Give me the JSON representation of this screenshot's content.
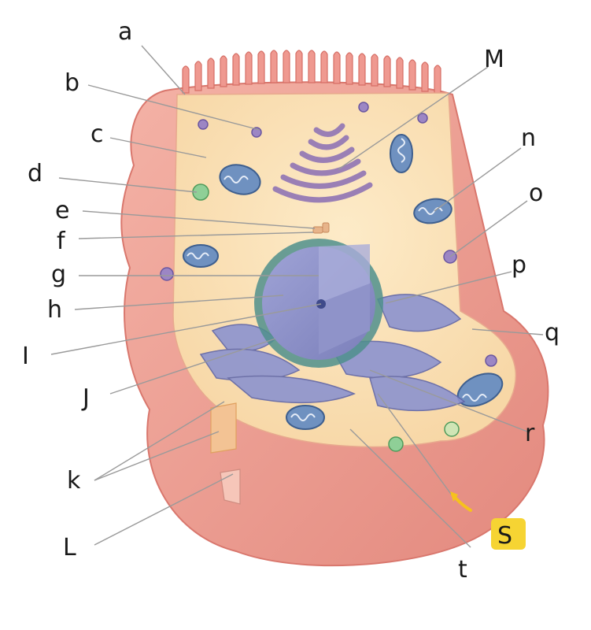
{
  "labels": {
    "a": "a",
    "b": "b",
    "c": "c",
    "d": "d",
    "e": "e",
    "f": "f",
    "g": "g",
    "h": "h",
    "I": "I",
    "J": "J",
    "k": "k",
    "L": "L",
    "M": "M",
    "n": "n",
    "o": "o",
    "p": "p",
    "q": "q",
    "r": "r",
    "s": "S",
    "t": "t"
  },
  "colors": {
    "membrane": "#f0a59a",
    "membrane_dark": "#e38a80",
    "cytoplasm": "#fbe3b8",
    "nucleus": "#8f93c9",
    "nucleus_envelope": "#4f8f8c",
    "er": "#7f86c4",
    "mitochondria": "#5b7fb0",
    "highlight": "#f6d433"
  }
}
